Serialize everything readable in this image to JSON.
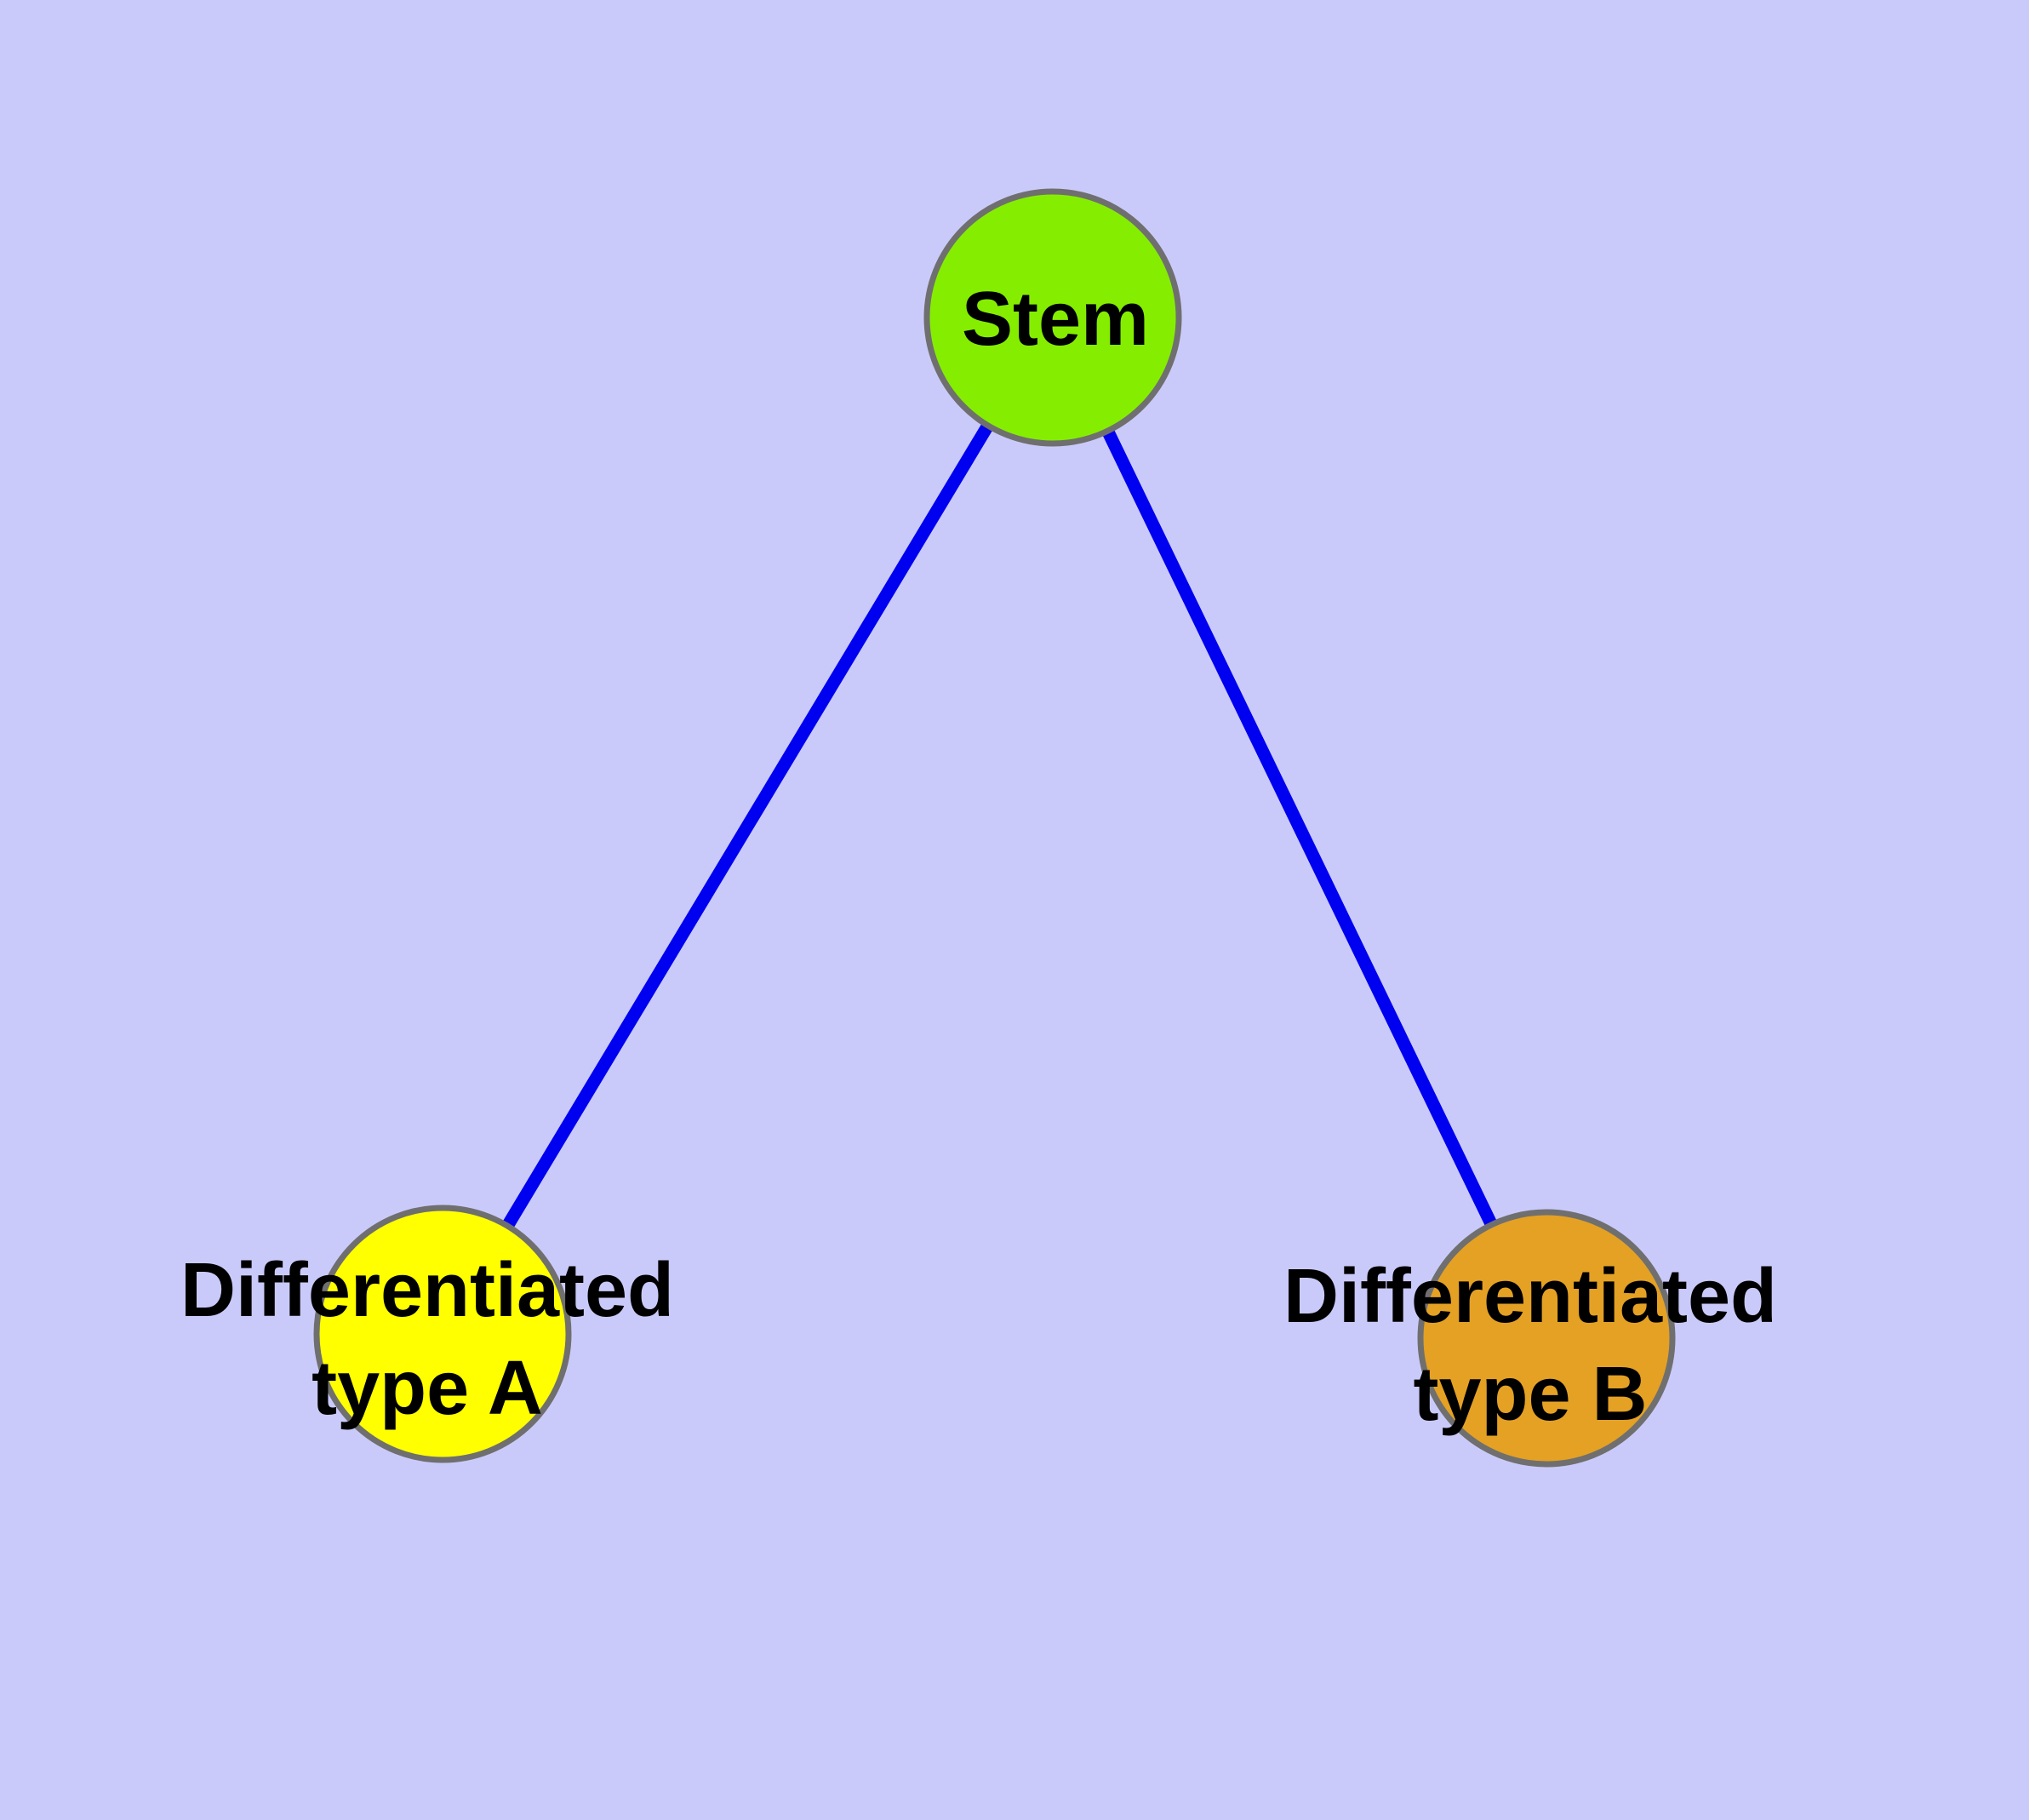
{
  "diagram": {
    "background_color": "#CACAFA",
    "edge_color": "#0000F0",
    "node_border_color": "#6F6F6F",
    "text_color": "#000000",
    "nodes": {
      "stem": {
        "label": "Stem",
        "fill": "#85EE00"
      },
      "type_a": {
        "label_line1": "Differentiated",
        "label_line2": "type A",
        "fill": "#FFFF00"
      },
      "type_b": {
        "label_line1": "Differentiated",
        "label_line2": "type B",
        "fill": "#E4A124"
      }
    },
    "edges": [
      {
        "from": "stem",
        "to": "type_a"
      },
      {
        "from": "stem",
        "to": "type_b"
      }
    ]
  }
}
